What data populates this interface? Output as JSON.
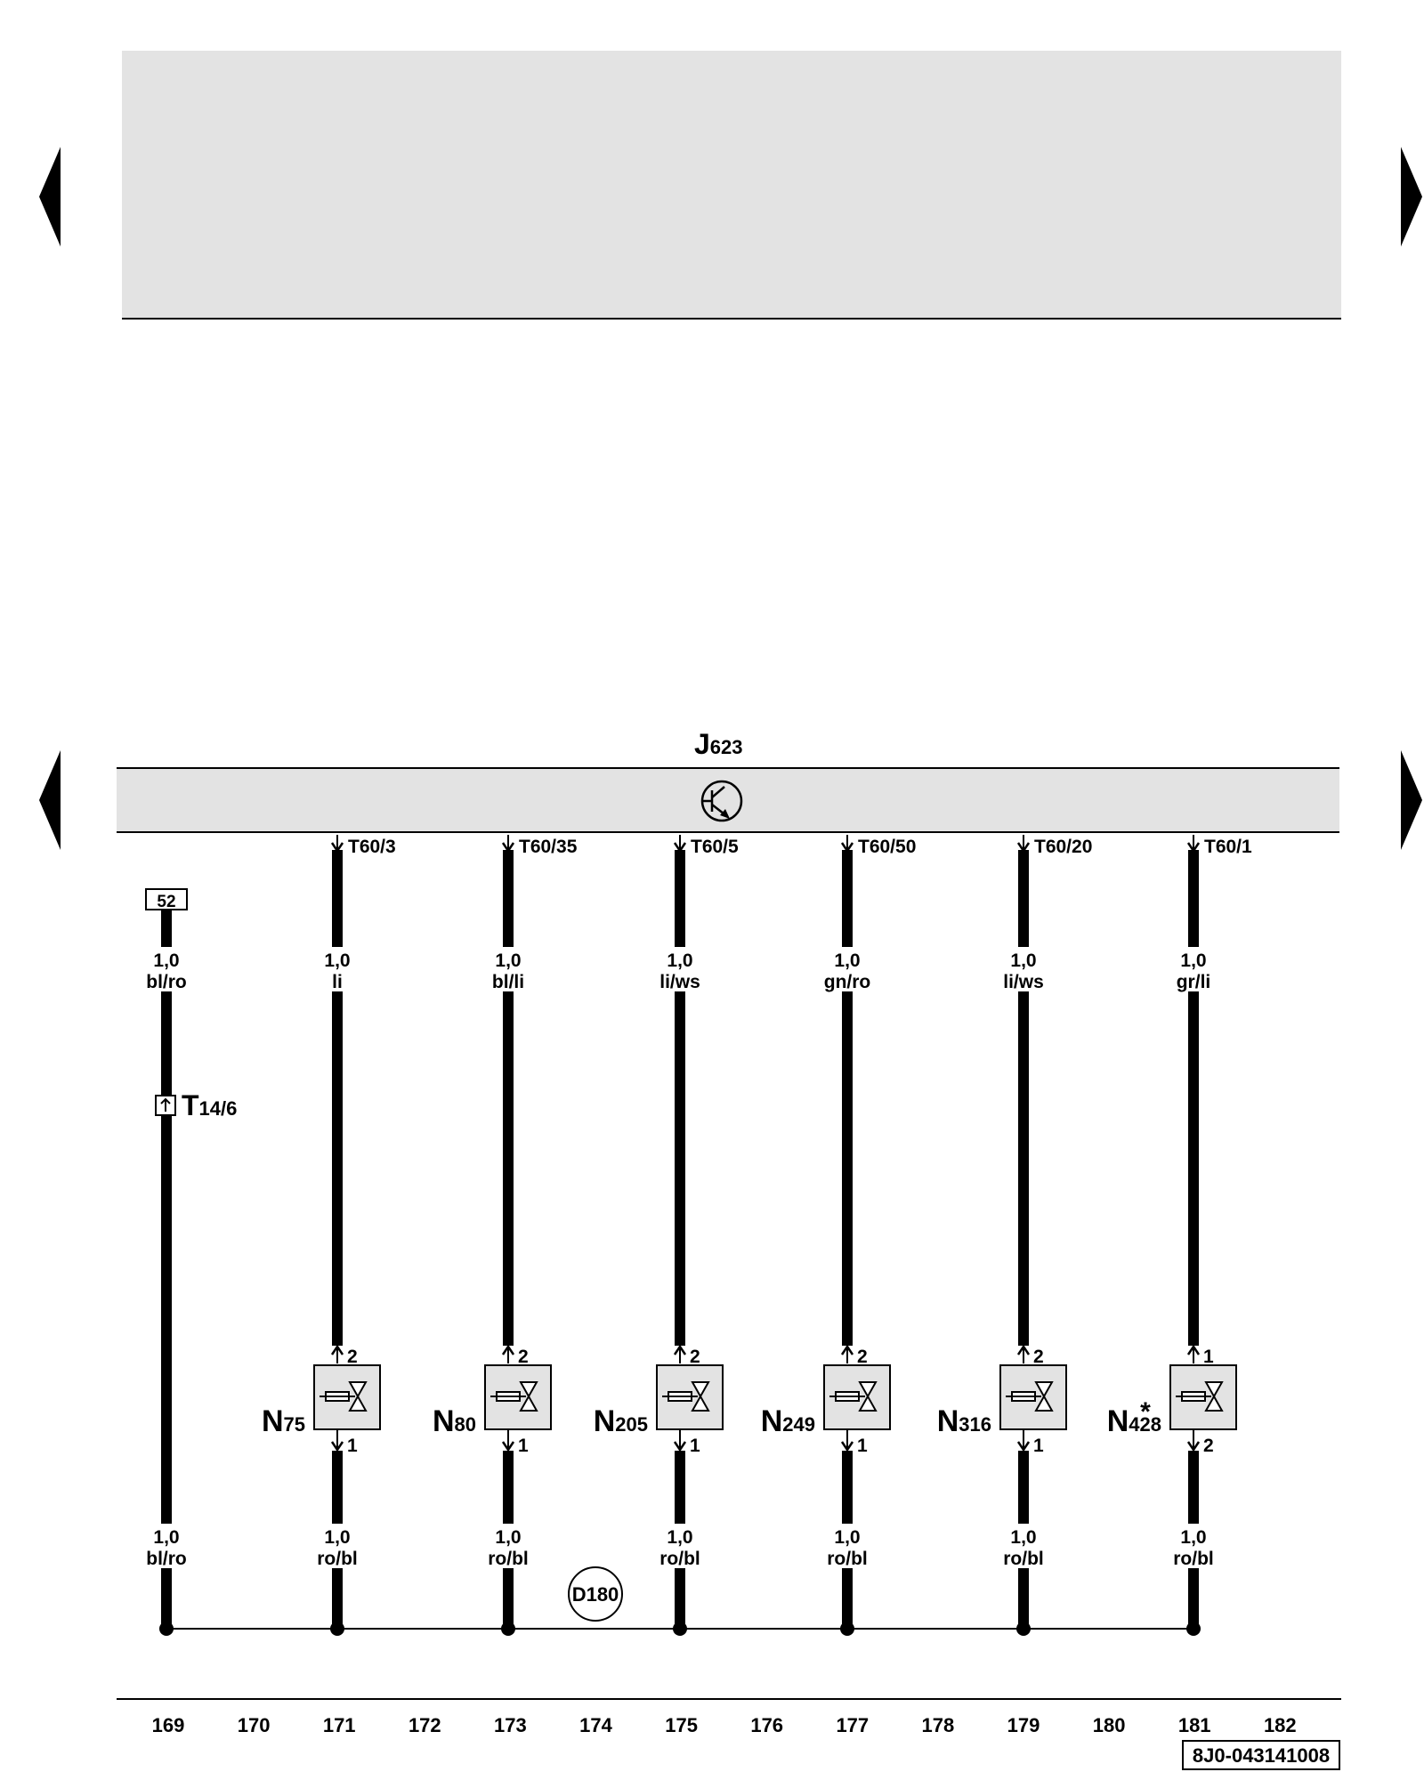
{
  "top_block": {},
  "control_unit": {
    "name": "J",
    "sub": "623"
  },
  "connector_fuse": {
    "ref": "52"
  },
  "connector_t14": {
    "name": "T",
    "sub": "14/6"
  },
  "ground_point": {
    "label": "D180"
  },
  "left_wire": {
    "top": {
      "size": "1,0",
      "color": "bl/ro"
    },
    "bottom": {
      "size": "1,0",
      "color": "bl/ro"
    }
  },
  "valves": [
    {
      "pin_ecu": "T60/3",
      "wire_top": {
        "size": "1,0",
        "color": "li"
      },
      "name": "N",
      "sub": "75",
      "star": "",
      "pin_top": "2",
      "pin_bottom": "1",
      "wire_bottom": {
        "size": "1,0",
        "color": "ro/bl"
      }
    },
    {
      "pin_ecu": "T60/35",
      "wire_top": {
        "size": "1,0",
        "color": "bl/li"
      },
      "name": "N",
      "sub": "80",
      "star": "",
      "pin_top": "2",
      "pin_bottom": "1",
      "wire_bottom": {
        "size": "1,0",
        "color": "ro/bl"
      }
    },
    {
      "pin_ecu": "T60/5",
      "wire_top": {
        "size": "1,0",
        "color": "li/ws"
      },
      "name": "N",
      "sub": "205",
      "star": "",
      "pin_top": "2",
      "pin_bottom": "1",
      "wire_bottom": {
        "size": "1,0",
        "color": "ro/bl"
      }
    },
    {
      "pin_ecu": "T60/50",
      "wire_top": {
        "size": "1,0",
        "color": "gn/ro"
      },
      "name": "N",
      "sub": "249",
      "star": "",
      "pin_top": "2",
      "pin_bottom": "1",
      "wire_bottom": {
        "size": "1,0",
        "color": "ro/bl"
      }
    },
    {
      "pin_ecu": "T60/20",
      "wire_top": {
        "size": "1,0",
        "color": "li/ws"
      },
      "name": "N",
      "sub": "316",
      "star": "",
      "pin_top": "2",
      "pin_bottom": "1",
      "wire_bottom": {
        "size": "1,0",
        "color": "ro/bl"
      }
    },
    {
      "pin_ecu": "T60/1",
      "wire_top": {
        "size": "1,0",
        "color": "gr/li"
      },
      "name": "N",
      "sub": "428",
      "star": "*",
      "pin_top": "1",
      "pin_bottom": "2",
      "wire_bottom": {
        "size": "1,0",
        "color": "ro/bl"
      }
    }
  ],
  "scale": [
    "169",
    "170",
    "171",
    "172",
    "173",
    "174",
    "175",
    "176",
    "177",
    "178",
    "179",
    "180",
    "181",
    "182"
  ],
  "doc_number": "8J0-043141008",
  "colors": {
    "panel": "#e3e3e3",
    "ink": "#000000",
    "background": "#ffffff"
  }
}
